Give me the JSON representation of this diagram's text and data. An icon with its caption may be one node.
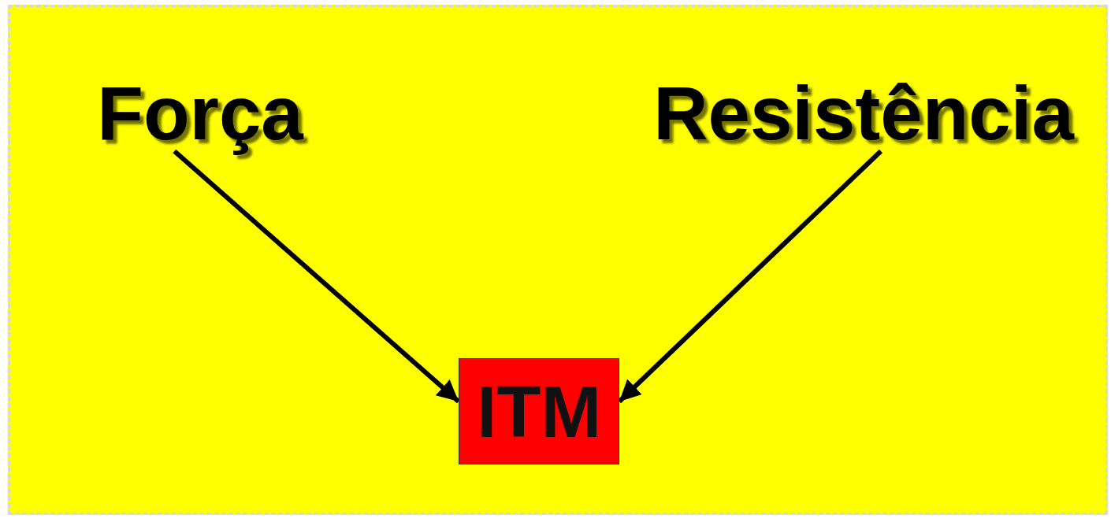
{
  "diagram": {
    "nodes": [
      {
        "text": [
          "Força"
        ]
      },
      {
        "text": [
          "Resistência"
        ]
      },
      {
        "text": [
          "ITM"
        ]
      }
    ],
    "edges": [
      {
        "from": 0,
        "to": 2,
        "arrow": "to"
      },
      {
        "from": 1,
        "to": 2,
        "arrow": "to"
      }
    ]
  }
}
